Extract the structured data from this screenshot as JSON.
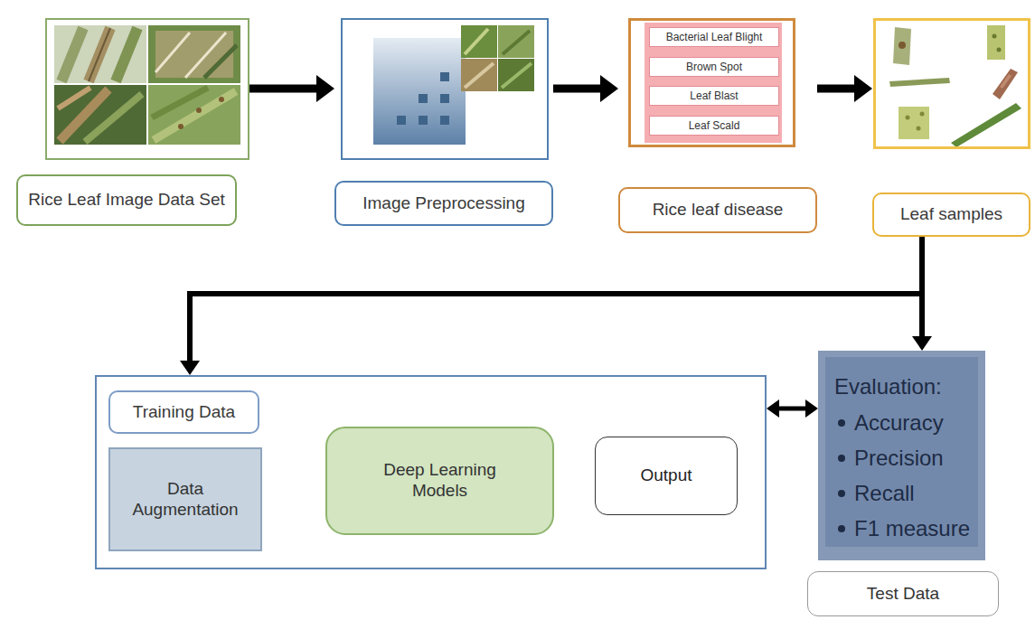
{
  "diagram": {
    "nodes": [
      {
        "text": [
          "Rice Leaf Image Data Set"
        ]
      },
      {
        "text": [
          "Image Preprocessing"
        ]
      },
      {
        "text": [
          "Rice leaf disease"
        ]
      },
      {
        "text": [
          "Bacterial Leaf Blight"
        ],
        "in": 2
      },
      {
        "text": [
          "Brown Spot"
        ],
        "in": 2
      },
      {
        "text": [
          "Leaf Blast"
        ],
        "in": 2
      },
      {
        "text": [
          "Leaf Scald"
        ],
        "in": 2
      },
      {
        "text": [
          "Leaf samples"
        ]
      },
      {
        "text": [
          "Training Data"
        ]
      },
      {
        "text": [
          "Data Augmentation"
        ],
        "in": 8
      },
      {
        "text": [
          "Deep Learning Models"
        ],
        "in": 8
      },
      {
        "text": [
          "Output"
        ],
        "in": 8
      },
      {
        "text": [
          "Evaluation:",
          "Accuracy",
          "Precision",
          "Recall",
          "F1 measure",
          "Test Data"
        ]
      }
    ],
    "edges": [
      {
        "from": 0,
        "to": 1,
        "arrow": "to"
      },
      {
        "from": 1,
        "to": 2,
        "arrow": "to"
      },
      {
        "from": 2,
        "to": 7,
        "arrow": "to"
      },
      {
        "from": 7,
        "to": 8,
        "arrow": "to"
      },
      {
        "from": 7,
        "to": 12,
        "arrow": "to"
      },
      {
        "from": 9,
        "to": 10,
        "arrow": "to"
      },
      {
        "from": 10,
        "to": 11,
        "arrow": "to"
      },
      {
        "from": 8,
        "to": 12,
        "arrow": "both"
      }
    ]
  }
}
